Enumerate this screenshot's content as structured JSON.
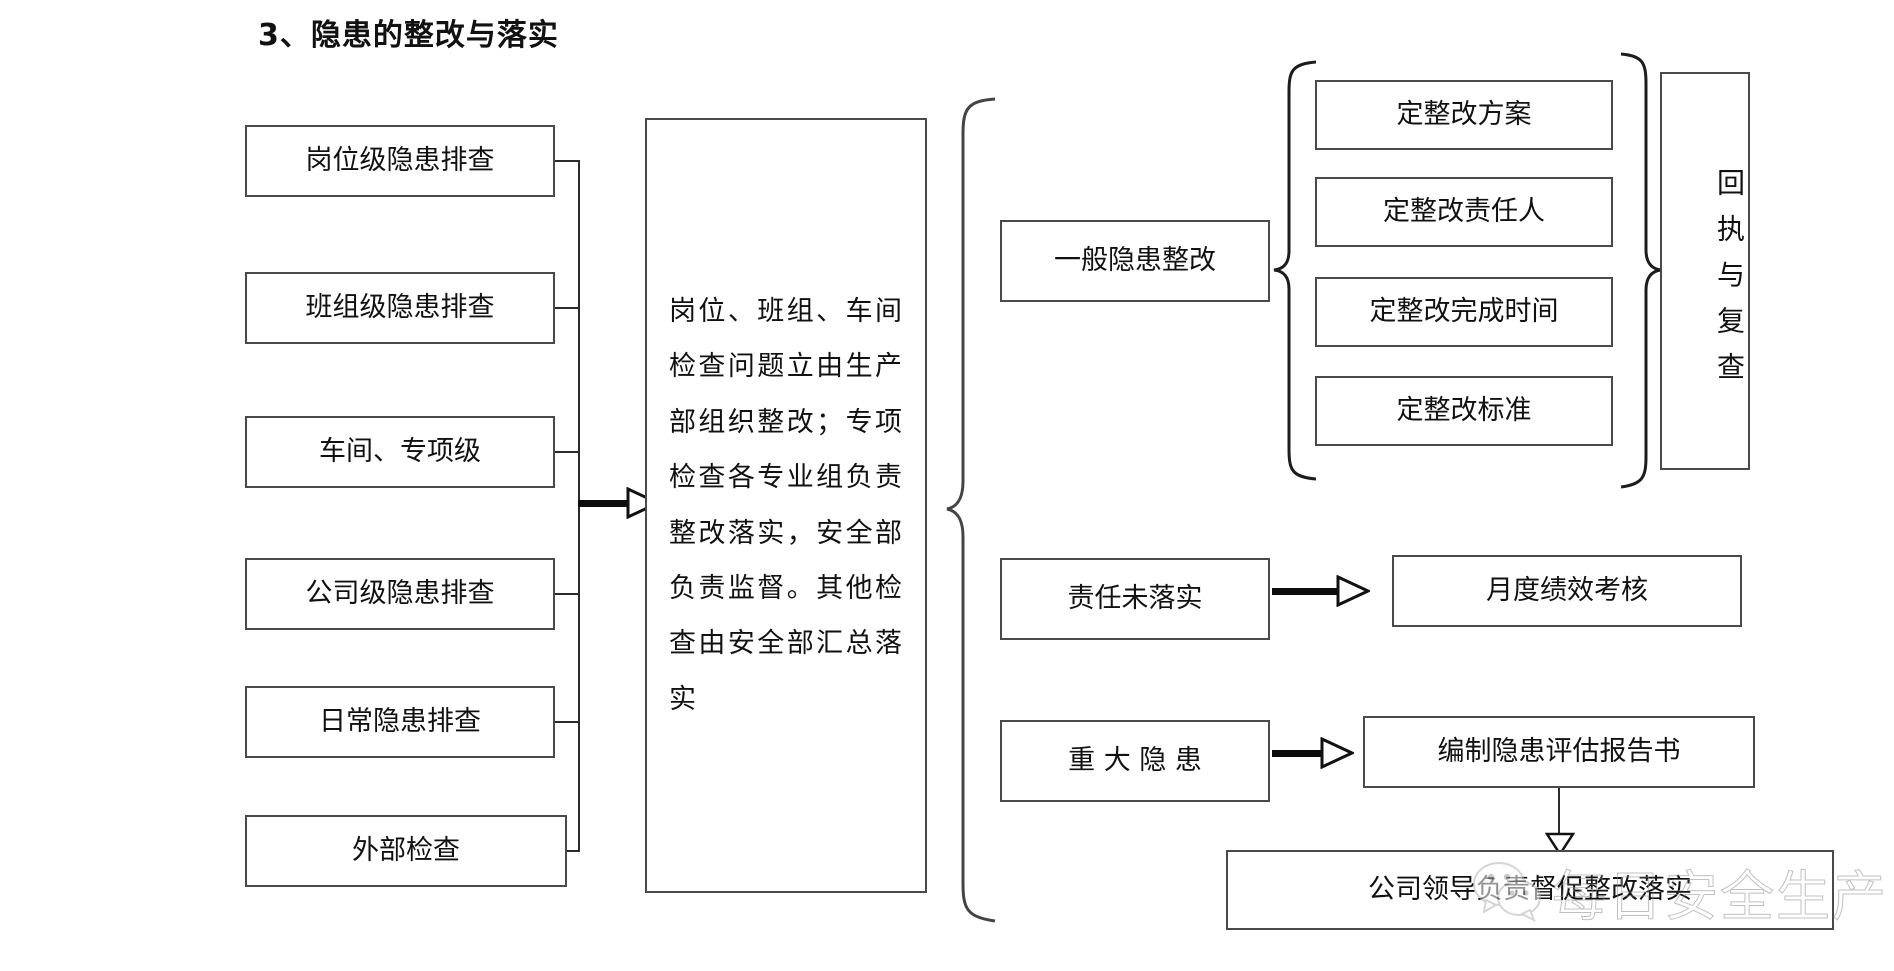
{
  "document": {
    "title": "3、隐患的整改与落实"
  },
  "left_column": {
    "items": [
      {
        "label": "岗位级隐患排查"
      },
      {
        "label": "班组级隐患排查"
      },
      {
        "label": "车间、专项级"
      },
      {
        "label": "公司级隐患排查"
      },
      {
        "label": "日常隐患排查"
      },
      {
        "label": "外部检查"
      }
    ]
  },
  "center": {
    "text": "岗位、班组、车间检查问题立由生产部组织整改；专项检查各专业组负责整改落实，安全部负责监督。其他检查由安全部汇总落实"
  },
  "right": {
    "categories": [
      {
        "label": "一般隐患整改"
      },
      {
        "label": "责任未落实"
      },
      {
        "label": "重 大 隐 患"
      }
    ],
    "general_rectification_items": [
      {
        "label": "定整改方案"
      },
      {
        "label": "定整改责任人"
      },
      {
        "label": "定整改完成时间"
      },
      {
        "label": "定整改标准"
      }
    ],
    "outcomes": [
      {
        "label": "月度绩效考核"
      },
      {
        "label": "编制隐患评估报告书"
      },
      {
        "label": "公司领导负责督促整改落实"
      }
    ],
    "receipt_box": {
      "label": "回执与复查"
    }
  },
  "watermark": {
    "text": "每日安全生产",
    "icon": "wechat-icon"
  },
  "colors": {
    "stroke": "#4a4a4a",
    "line": "#2b2b2b",
    "text": "#111111",
    "background": "#ffffff",
    "watermark": "#9a9a9a"
  }
}
